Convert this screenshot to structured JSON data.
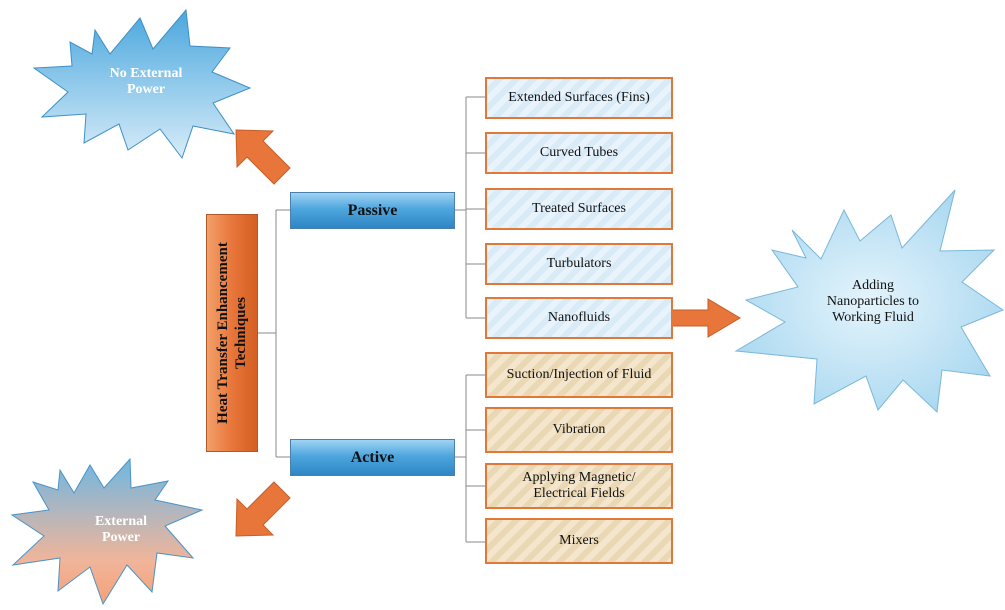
{
  "root": {
    "title": "Heat Transfer Enhancement Techniques"
  },
  "categories": {
    "passive": "Passive",
    "active": "Active"
  },
  "passive_items": [
    "Extended Surfaces (Fins)",
    "Curved Tubes",
    "Treated Surfaces",
    "Turbulators",
    "Nanofluids"
  ],
  "active_items": [
    "Suction/Injection of Fluid",
    "Vibration",
    "Applying Magnetic/ Electrical Fields",
    "Mixers"
  ],
  "callouts": {
    "no_power": "No External Power",
    "power": "External Power",
    "nano": "Adding Nanoparticles to Working Fluid"
  },
  "colors": {
    "orange": "#e8763a",
    "blue": "#2d86c4",
    "light_blue": "#bfe0f3",
    "tan": "#f0deb9"
  }
}
